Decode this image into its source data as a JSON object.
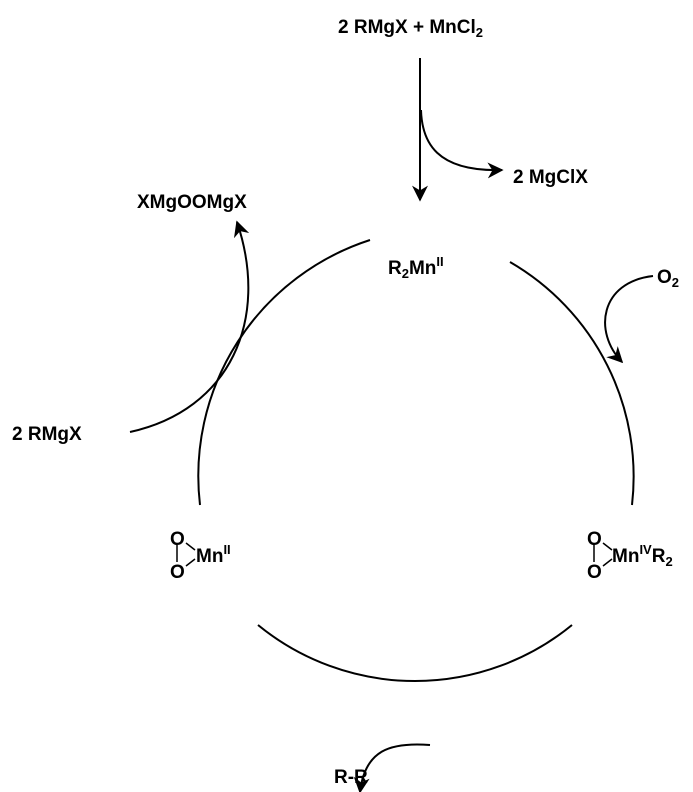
{
  "reagents": {
    "grignard": "2 RMgX",
    "plus": "+",
    "mn_salt": "MnCl",
    "mn_salt_sub": "2"
  },
  "byproduct": "2 MgClX",
  "catalyst": {
    "base": "R",
    "sub": "2",
    "metal": "Mn",
    "ox": "II"
  },
  "oxidant": {
    "base": "O",
    "sub": "2"
  },
  "peroxo_mn4": {
    "oxygen_top": "O",
    "oxygen_bottom": "O",
    "metal": "Mn",
    "ox": "IV",
    "ligand": "R",
    "ligand_sub": "2"
  },
  "peroxo_mn2": {
    "oxygen_top": "O",
    "oxygen_bottom": "O",
    "metal": "Mn",
    "ox": "II"
  },
  "product": "R-R",
  "grignard_in": "2 RMgX",
  "peroxide_out": "XMgOOMgX",
  "colors": {
    "ink": "#000000",
    "background": "#ffffff"
  }
}
